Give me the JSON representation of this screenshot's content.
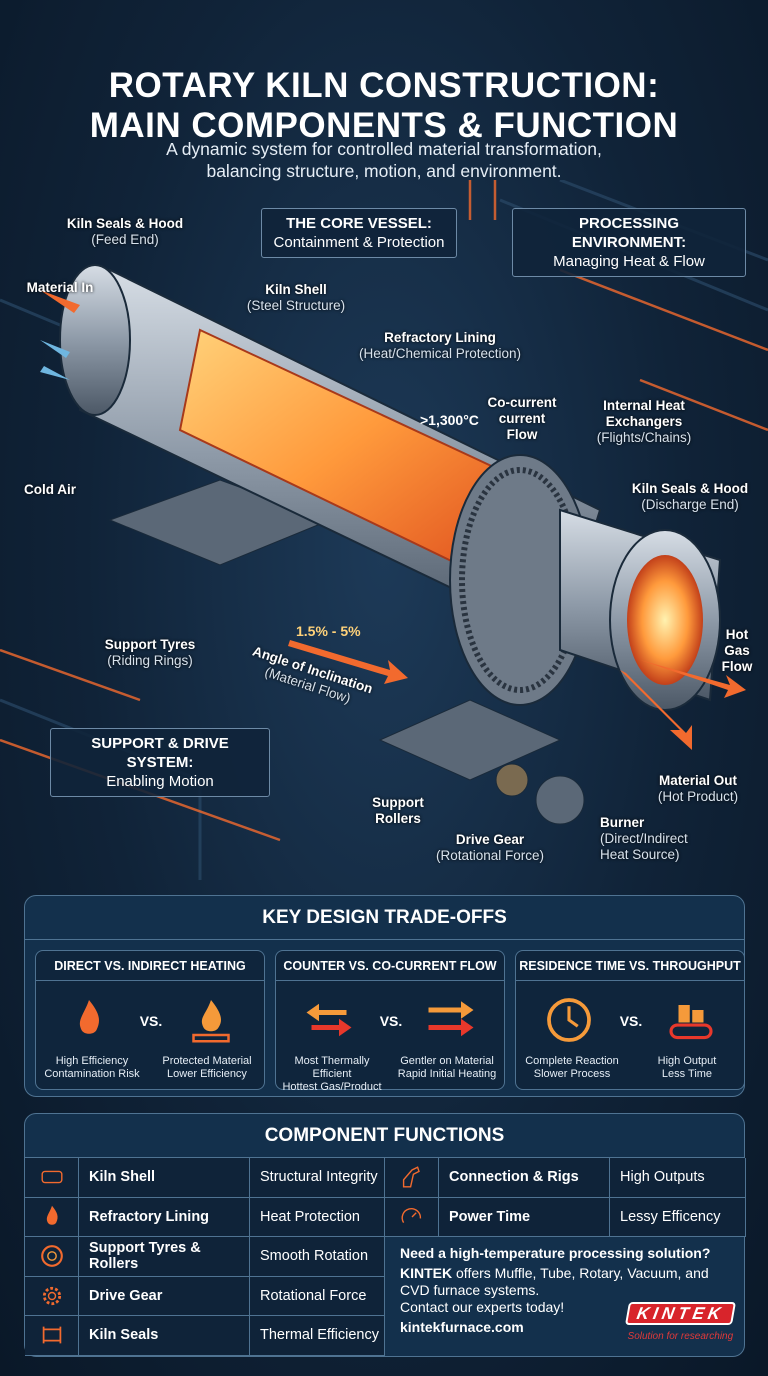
{
  "header": {
    "title_line1": "ROTARY KILN CONSTRUCTION:",
    "title_line2": "MAIN COMPONENTS & FUNCTION",
    "subtitle_line1": "A dynamic system for controlled material transformation,",
    "subtitle_line2": "balancing structure, motion, and environment."
  },
  "diagram": {
    "boxes": [
      {
        "title": "THE CORE VESSEL:",
        "sub": "Containment & Protection"
      },
      {
        "title": "PROCESSING ENVIRONMENT:",
        "sub": "Managing Heat & Flow"
      },
      {
        "title": "SUPPORT & DRIVE SYSTEM:",
        "sub": "Enabling Motion"
      }
    ],
    "labels": {
      "seals_feed": {
        "t": "Kiln Seals & Hood",
        "s": "(Feed End)"
      },
      "material_in": "Material In",
      "cold_air": "Cold Air",
      "shell": {
        "t": "Kiln Shell",
        "s": "(Steel Structure)"
      },
      "refractory": {
        "t": "Refractory Lining",
        "s": "(Heat/Chemical Protection)"
      },
      "cocurrent": {
        "t": "Co-current current Flow"
      },
      "exchangers": {
        "t": "Internal Heat Exchangers",
        "s": "(Flights/Chains)"
      },
      "seals_discharge": {
        "t": "Kiln Seals & Hood",
        "s": "(Discharge End)"
      },
      "temperature": ">1,300°C",
      "hot_gas": "Hot Gas Flow",
      "tyres": {
        "t": "Support Tyres",
        "s": "(Riding Rings)"
      },
      "angle_value": "1.5% - 5%",
      "angle": {
        "t": "Angle of Inclination",
        "s": "(Material Flow)"
      },
      "rollers": {
        "t": "Support Rollers"
      },
      "drive_gear": {
        "t": "Drive Gear",
        "s": "(Rotational Force)"
      },
      "material_out": {
        "t": "Material Out",
        "s": "(Hot Product)"
      },
      "burner": {
        "t": "Burner",
        "s": "(Direct/Indirect Heat Source)"
      }
    }
  },
  "tradeoffs": {
    "title": "KEY DESIGN TRADE-OFFS",
    "vs": "VS.",
    "cards": [
      {
        "title": "DIRECT VS. INDIRECT HEATING",
        "left": [
          "High Efficiency",
          "Contamination Risk"
        ],
        "right": [
          "Protected Material",
          "Lower Efficiency"
        ],
        "icons": [
          "flame-icon",
          "indirect-flame-icon"
        ]
      },
      {
        "title": "COUNTER VS. CO-CURRENT FLOW",
        "left": [
          "Most Thermally Efficient",
          "Hottest Gas/Product"
        ],
        "right": [
          "Gentler on Material",
          "Rapid Initial Heating"
        ],
        "icons": [
          "counter-arrows-icon",
          "parallel-arrows-icon"
        ]
      },
      {
        "title": "RESIDENCE TIME VS. THROUGHPUT",
        "left": [
          "Complete Reaction",
          "Slower Process"
        ],
        "right": [
          "High Output",
          "Less Time"
        ],
        "icons": [
          "clock-icon",
          "conveyor-icon"
        ]
      }
    ]
  },
  "functions": {
    "title": "COMPONENT FUNCTIONS",
    "rows_left": [
      {
        "icon": "kiln-shell-icon",
        "name": "Kiln Shell",
        "function": "Structural Integrity"
      },
      {
        "icon": "flame-icon",
        "name": "Refractory Lining",
        "function": "Heat Protection"
      },
      {
        "icon": "bearing-icon",
        "name": "Support Tyres & Rollers",
        "function": "Smooth Rotation"
      },
      {
        "icon": "gear-icon",
        "name": "Drive Gear",
        "function": "Rotational Force"
      },
      {
        "icon": "seal-icon",
        "name": "Kiln Seals",
        "function": "Thermal Efficiency"
      }
    ],
    "rows_right": [
      {
        "icon": "connection-icon",
        "name": "Connection & Rigs",
        "function": "High Outputs"
      },
      {
        "icon": "gauge-icon",
        "name": "Power Time",
        "function": "Lessy Efficency"
      }
    ],
    "cta": {
      "question": "Need a high-temperature processing solution?",
      "brand": "KINTEK",
      "body1": " offers Muffle, Tube, Rotary, Vacuum, and",
      "body2": "CVD furnace systems.",
      "body3": "Contact our experts today!",
      "url": "kintekfurnace.com"
    },
    "logo": {
      "text": "KINTEK",
      "tagline": "Solution for researching"
    }
  },
  "colors": {
    "background": "#0d1f33",
    "accent": "#f26a2e",
    "hot": "#ffb347",
    "panel": "#13304c",
    "brand": "#d8242b"
  }
}
